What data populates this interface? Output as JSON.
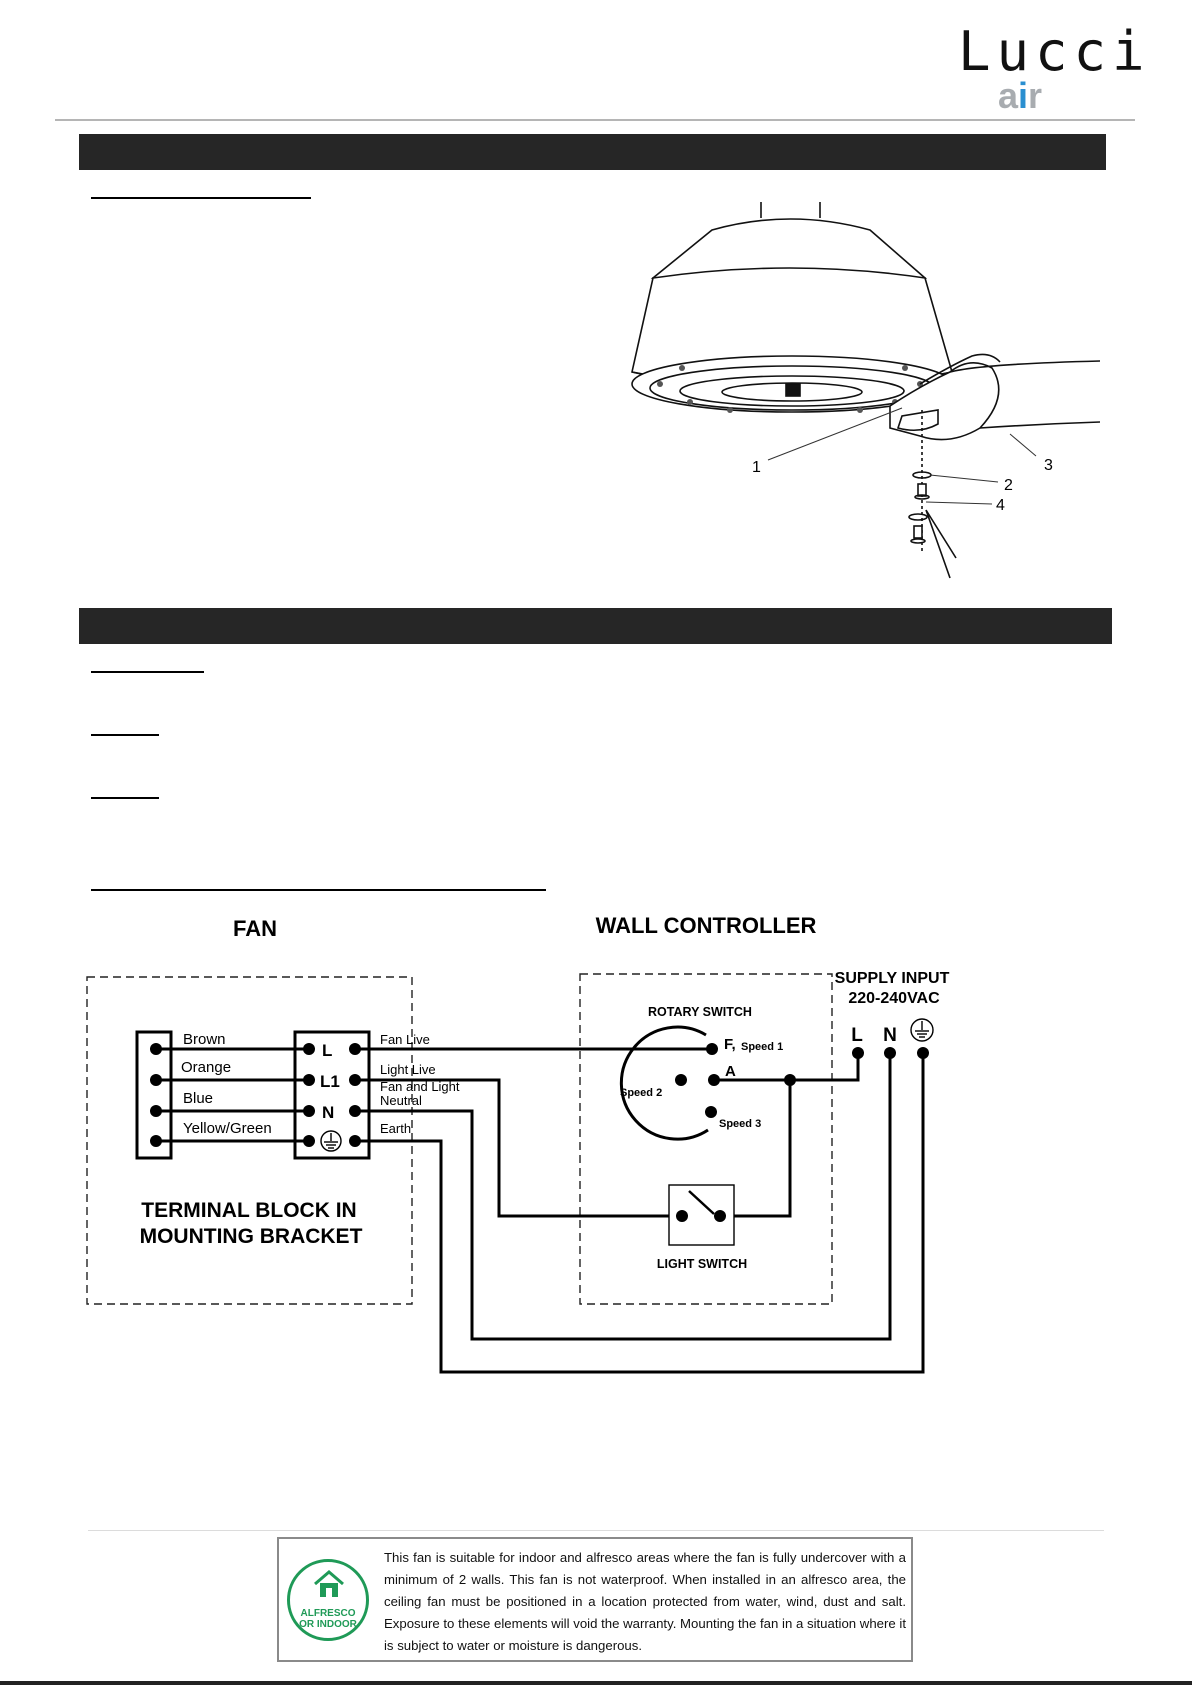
{
  "brand": {
    "name": "Lucci",
    "sub_a": "a",
    "sub_i": "i",
    "sub_r": "r"
  },
  "fan_figure": {
    "callouts": [
      "1",
      "2",
      "3",
      "4"
    ]
  },
  "diagram": {
    "fan_title": "FAN",
    "controller_title": "WALL CONTROLLER",
    "supply_line1": "SUPPLY  INPUT",
    "supply_line2": "220-240VAC",
    "supply_terminals": [
      "L",
      "N"
    ],
    "wire_colors": [
      "Brown",
      "Orange",
      "Blue",
      "Yellow/Green"
    ],
    "block_terminals": [
      "L",
      "L1",
      "N"
    ],
    "wire_labels": [
      "Fan Live",
      "Light Live",
      "Fan and Light",
      "Neutral",
      "Earth"
    ],
    "rotary_switch_label": "ROTARY SWITCH",
    "rotary_contacts": {
      "f": "F,",
      "a": "A",
      "speed1": "Speed 1",
      "speed2": "Speed 2",
      "speed3": "Speed 3"
    },
    "light_switch_label": "LIGHT SWITCH",
    "terminal_block_line1": "TERMINAL BLOCK IN",
    "terminal_block_line2": "MOUNTING BRACKET"
  },
  "notice": {
    "badge_line1": "ALFRESCO",
    "badge_line2": "OR INDOOR",
    "text": "This fan is suitable for indoor and alfresco areas where the fan is fully undercover with a minimum of 2 walls. This fan is not waterproof. When installed in an alfresco area, the ceiling fan must be positioned in a location protected from water, wind, dust and salt. Exposure to these elements will void the warranty. Mounting the fan in a situation where it is subject to water or moisture is dangerous."
  },
  "colors": {
    "section_bar": "#262626",
    "logo_grey": "#a8acb0",
    "logo_blue": "#2a8fd0",
    "badge_green": "#1f9a57"
  }
}
